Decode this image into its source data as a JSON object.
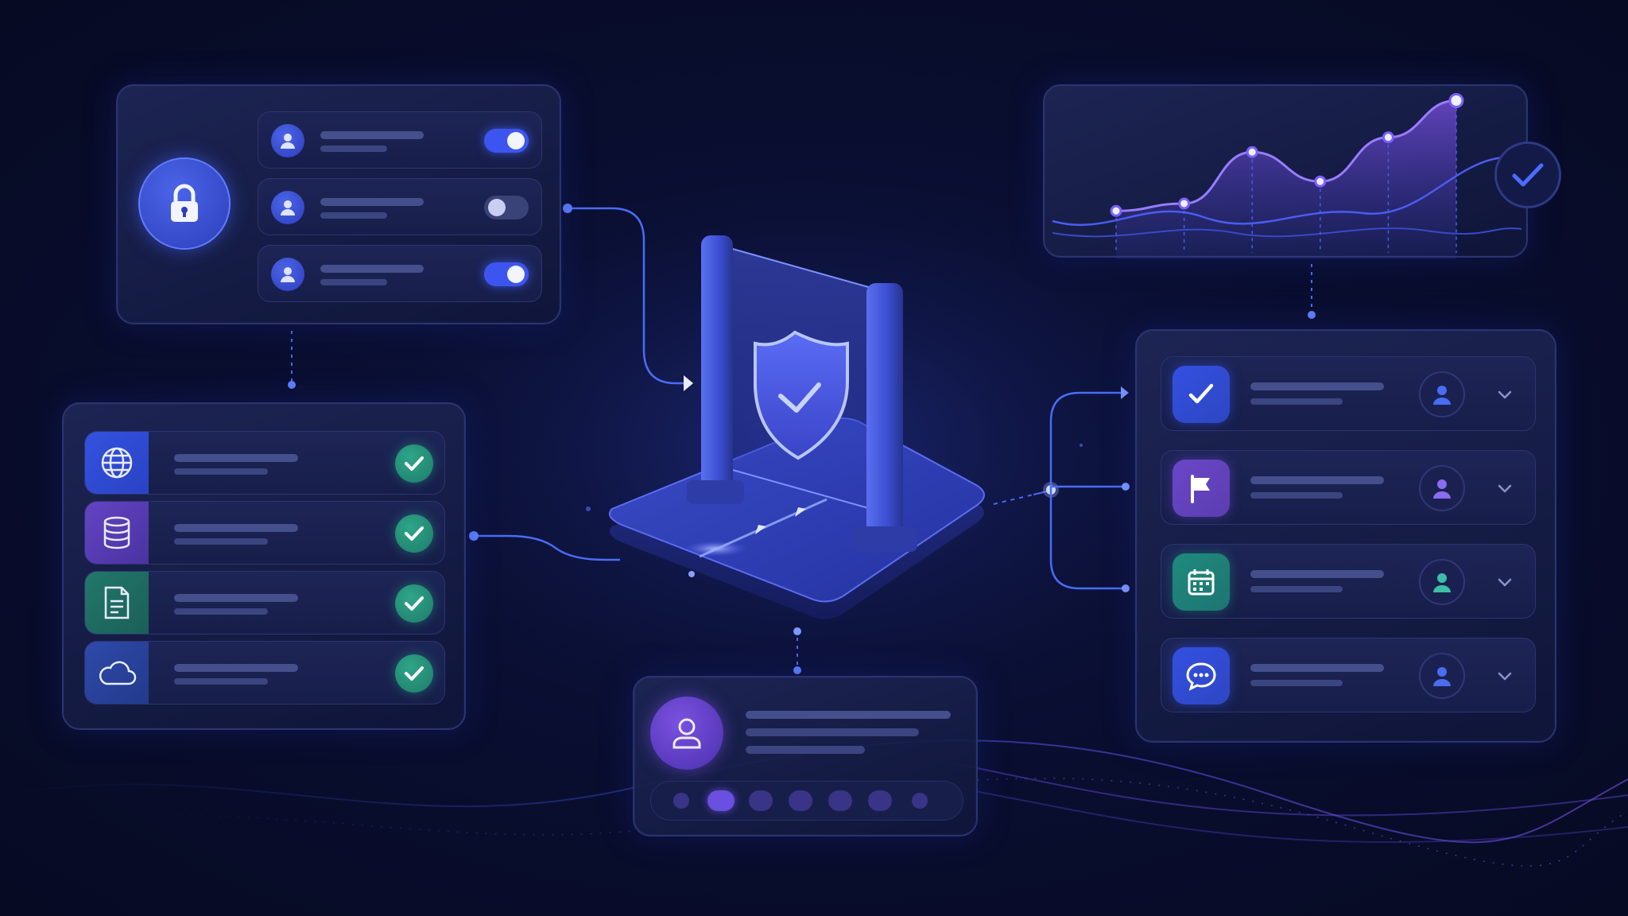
{
  "colors": {
    "background": "#060a22",
    "panel": "#1b2352",
    "accent_blue": "#3d55f0",
    "accent_purple": "#7a4fe0",
    "accent_teal": "#2fa58a",
    "glow": "#8aa0ff"
  },
  "access_panel": {
    "icon": "lock-icon",
    "users": [
      {
        "icon": "user-icon",
        "toggle_on": true
      },
      {
        "icon": "user-icon",
        "toggle_on": false
      },
      {
        "icon": "user-icon",
        "toggle_on": true
      }
    ]
  },
  "services_panel": {
    "items": [
      {
        "icon": "globe-icon",
        "color": "#2f4fd8",
        "status": "check-icon"
      },
      {
        "icon": "database-icon",
        "color": "#5a3fb8",
        "status": "check-icon"
      },
      {
        "icon": "document-icon",
        "color": "#1f6e66",
        "status": "check-icon"
      },
      {
        "icon": "cloud-icon",
        "color": "#2a3f9c",
        "status": "check-icon"
      }
    ]
  },
  "center": {
    "icon": "shield-check-icon"
  },
  "profile_panel": {
    "icon": "user-icon",
    "pagination_dots": 7,
    "active_dot": 1
  },
  "chart_panel": {
    "status_icon": "check-icon",
    "line_points": [
      0.15,
      0.2,
      0.55,
      0.35,
      0.65,
      0.9
    ]
  },
  "tasks_panel": {
    "items": [
      {
        "icon": "check-icon",
        "color": "#3350e0",
        "avatar_color": "#4a6cf0"
      },
      {
        "icon": "flag-icon",
        "color": "#6b46c8",
        "avatar_color": "#8a6cf0"
      },
      {
        "icon": "calendar-icon",
        "color": "#1f8a7c",
        "avatar_color": "#3bbfa8"
      },
      {
        "icon": "chat-icon",
        "color": "#3350e0",
        "avatar_color": "#4a6cf0"
      }
    ]
  }
}
